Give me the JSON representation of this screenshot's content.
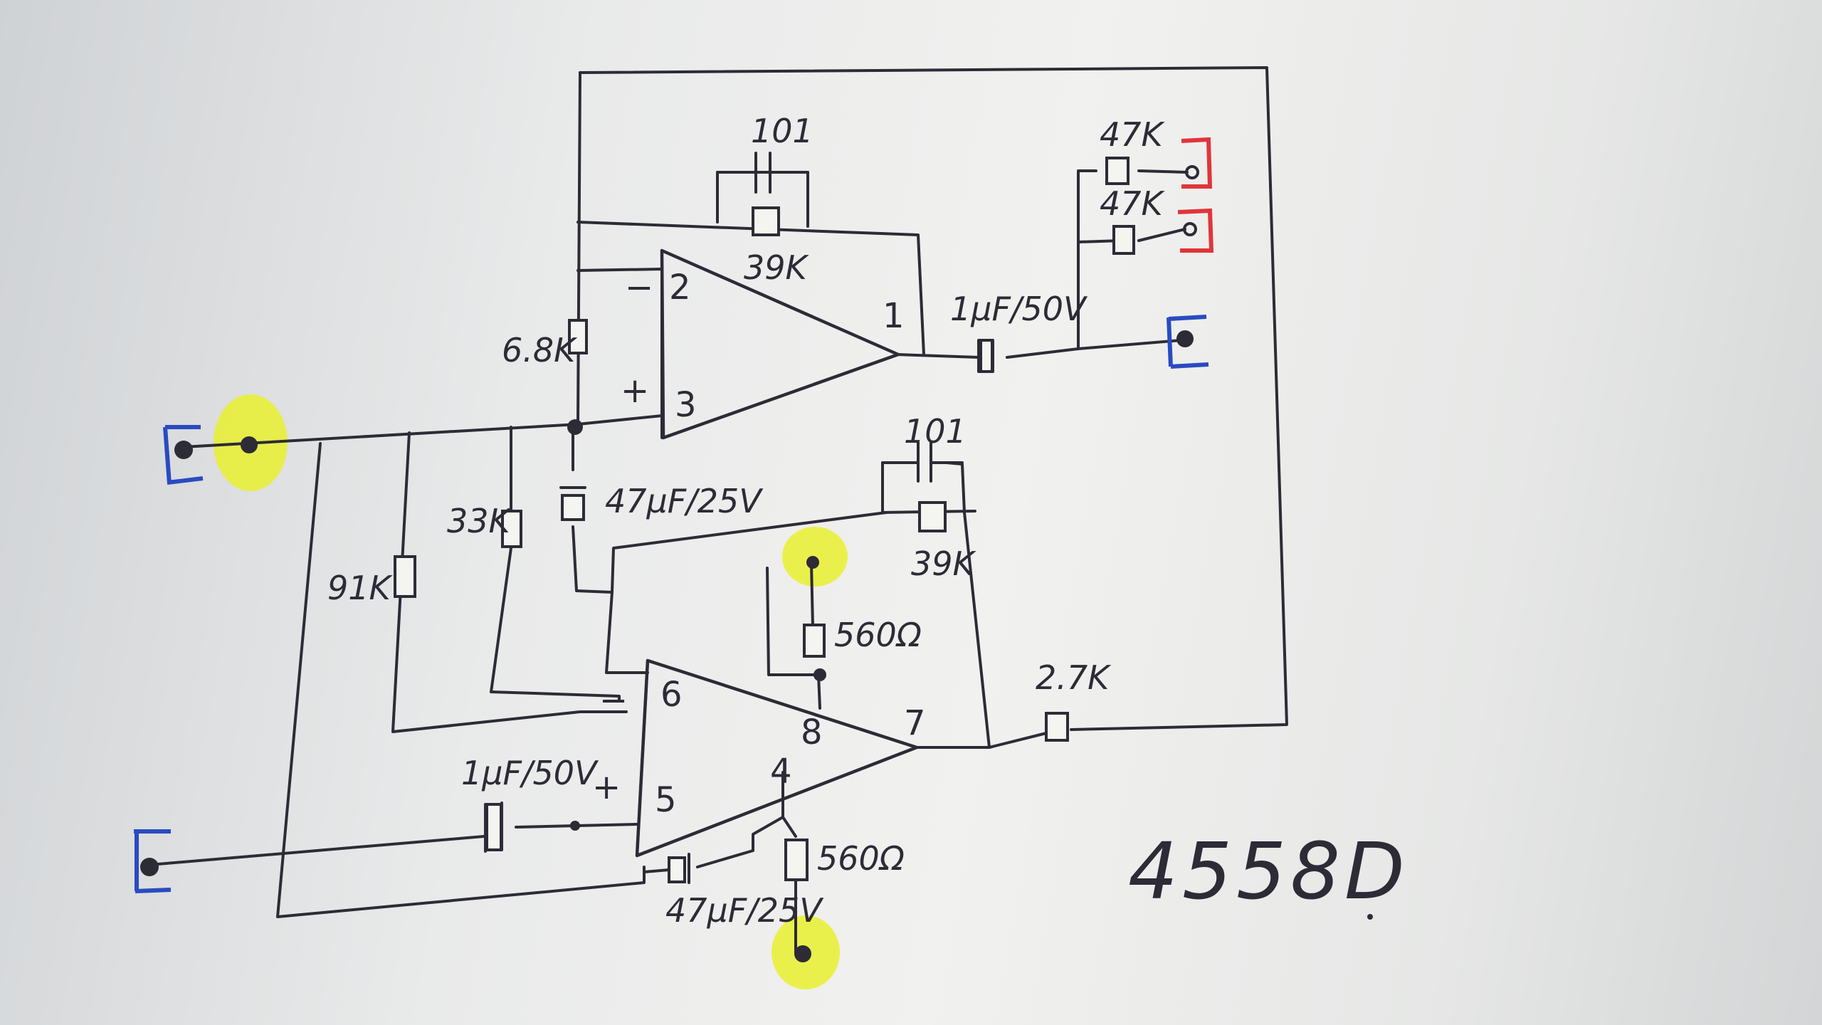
{
  "part_number": "4558D",
  "labels": {
    "c_top": "101",
    "r_top": "39K",
    "r_in_top": "6.8K",
    "c_out_top": "1μF/50V",
    "r_out_a": "47K",
    "r_out_b": "47K",
    "c_bias": "47μF/25V",
    "r_bias_a": "33K",
    "r_bias_b": "91K",
    "c_mid": "101",
    "r_mid": "39K",
    "r_pin8": "560Ω",
    "r_out_bot": "2.7K",
    "c_in_bot": "1μF/50V",
    "r_pin4": "560Ω",
    "c_bot": "47μF/25V"
  },
  "opamp_top": {
    "minus": "−",
    "plus": "+",
    "pin_minus": "2",
    "pin_plus": "3",
    "pin_out": "1"
  },
  "opamp_bot": {
    "minus": "−",
    "plus": "+",
    "pin_minus": "6",
    "pin_plus": "5",
    "pin_out": "7",
    "pin_v8": "8",
    "pin_v4": "4"
  },
  "colors": {
    "ink": "#2d2b36",
    "pad_blue": "#2a4bc0",
    "pad_red": "#e0353a",
    "highlight": "#e9f02e"
  }
}
